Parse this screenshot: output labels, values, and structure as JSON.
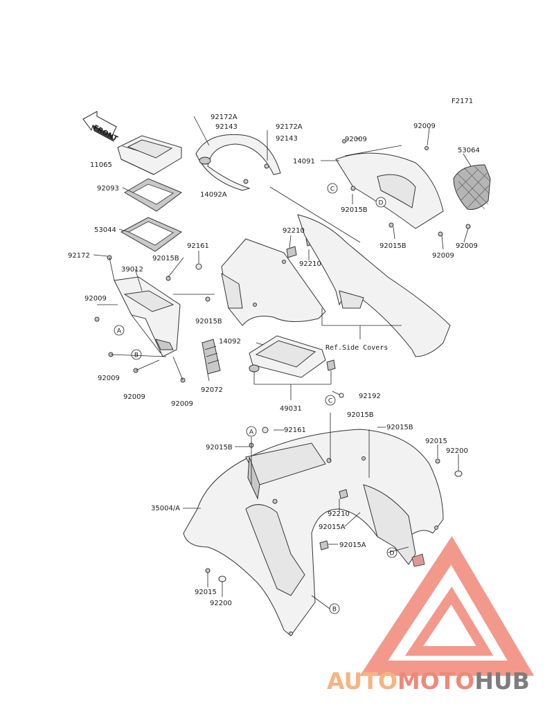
{
  "figure_code": "F2171",
  "front_label": "FRONT",
  "ref_text": "Ref.Side Covers",
  "callouts": [
    "A",
    "B",
    "C",
    "D"
  ],
  "part_labels": {
    "p11065": "11065",
    "p92093": "92093",
    "p53044": "53044",
    "p92172": "92172",
    "p39012": "39012",
    "p92015B_a": "92015B",
    "p92161_a": "92161",
    "p92009_a": "92009",
    "p92015B_b": "92015B",
    "p92009_b": "92009",
    "p92009_c": "92009",
    "p92009_d": "92009",
    "p92072": "92072",
    "p92172A_a": "92172A",
    "p92143_a": "92143",
    "p14092A": "14092A",
    "p92172A_b": "92172A",
    "p92143_b": "92143",
    "p92210_a": "92210",
    "p92210_b": "92210",
    "p14092": "14092",
    "p49031": "49031",
    "p92192": "92192",
    "p92009_e": "92009",
    "p92009_f": "92009",
    "p14091": "14091",
    "p53064": "53064",
    "p92015B_c": "92015B",
    "p92015B_d": "92015B",
    "p92009_g": "92009",
    "p92009_h": "92009",
    "p92015B_e": "92015B",
    "p92015B_f": "92015B",
    "p92161_b": "92161",
    "p92015B_g": "92015B",
    "p92015": "92015",
    "p92200": "92200",
    "p35004A": "35004/A",
    "p92210_c": "92210",
    "p92015A_a": "92015A",
    "p92015A_b": "92015A",
    "p92015_b": "92015",
    "p92200_b": "92200"
  },
  "watermark": {
    "part1": "AUTO",
    "part2": "MOTO",
    "part3": "HUB",
    "color_auto": "#f5b482",
    "color_moto": "#f08878",
    "color_hub": "#7d7d7d",
    "logo_color": "#f08878"
  }
}
